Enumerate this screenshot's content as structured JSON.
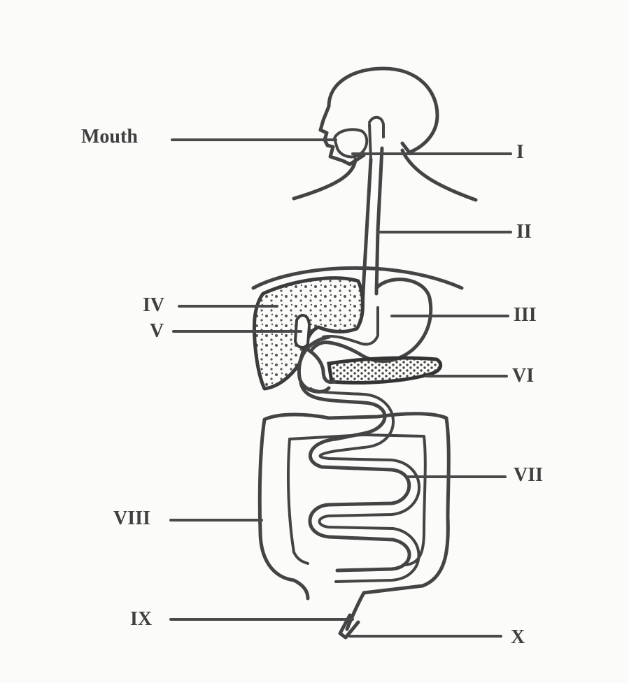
{
  "labels": {
    "mouth": "Mouth",
    "i": "I",
    "ii": "II",
    "iii": "III",
    "iv": "IV",
    "v": "V",
    "vi": "VI",
    "vii": "VII",
    "viii": "VIII",
    "ix": "IX",
    "x": "X"
  }
}
